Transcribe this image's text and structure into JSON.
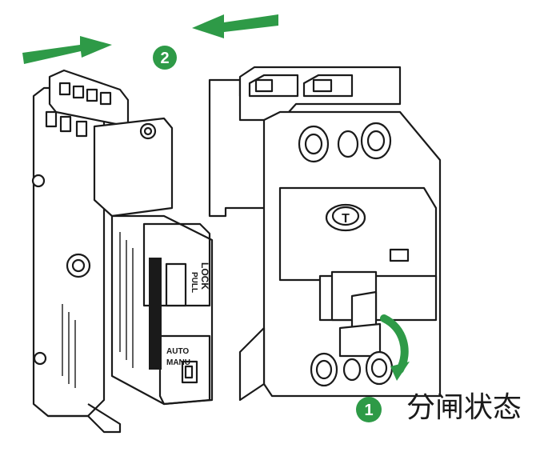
{
  "steps": [
    {
      "number": "1",
      "label": "分闸状态"
    },
    {
      "number": "2"
    }
  ],
  "accessory_labels": {
    "lock": "LOCK",
    "pull": "PULL",
    "auto": "AUTO",
    "manu": "MANU"
  },
  "breaker_labels": {
    "test_button": "T"
  },
  "colors": {
    "accent_green": "#2e9a47",
    "line": "#1a1a1a",
    "body": "#ffffff"
  }
}
